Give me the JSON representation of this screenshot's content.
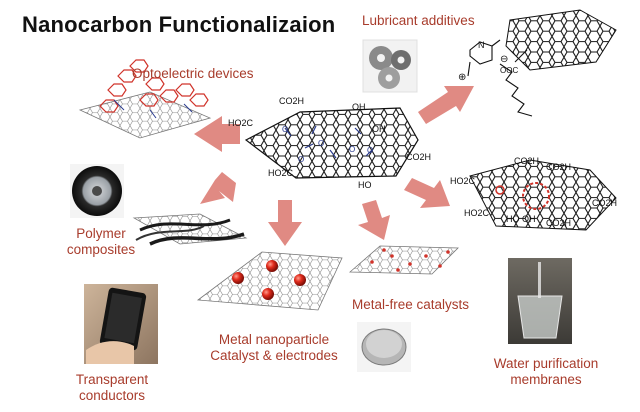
{
  "title": "Nanocarbon Functionalizaion",
  "colors": {
    "label": "#a83c2c",
    "title": "#111111",
    "arrow": "#e08a83",
    "sheet": "#9a9a9a",
    "molecule_red": "#c8382c",
    "molecule_blue": "#2a3b8f"
  },
  "applications": {
    "lubricant": "Lubricant additives",
    "optoelectric": "Optoelectric devices",
    "polymer_line1": "Polymer",
    "polymer_line2": "composites",
    "metal_np_line1": "Metal nanoparticle",
    "metal_np_line2": "Catalyst & electrodes",
    "metal_free": "Metal-free catalysts",
    "transparent_line1": "Transparent",
    "transparent_line2": "conductors",
    "water_line1": "Water purification",
    "water_line2": "membranes"
  },
  "center_labels": {
    "cooh_top": "CO2H",
    "ho2c_left": "HO2C",
    "oh_top": "OH",
    "oh_mid": "OH",
    "cooh_right": "CO2H",
    "ho2c_bottom": "HO2C",
    "ho_bottom": "HO"
  },
  "right_labels": {
    "cooh_a": "CO2H",
    "cooh_b": "CO2H",
    "ho2c": "HO2C",
    "cooh_c": "CO2H",
    "ho2c_b": "HO2C",
    "ho_oh": "HO OH",
    "cooh_d": "CO2H"
  },
  "ionic_liquid": {
    "cation_sign": "⊕",
    "anion_sign": "⊖",
    "ooc": "OOC",
    "n_label": "N"
  },
  "icons": {
    "gears": "gears-icon",
    "tire": "tire-icon",
    "phone": "smartphone-icon",
    "battery": "coin-battery-icon",
    "glass": "water-glass-icon"
  }
}
